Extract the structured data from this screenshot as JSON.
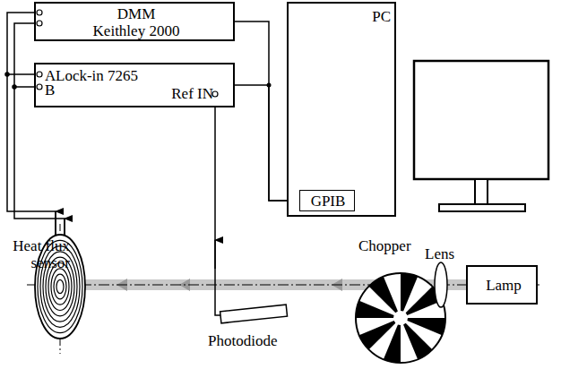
{
  "diagram": {
    "nodes": [
      {
        "text": [
          "DMM",
          "Keithley 2000"
        ]
      },
      {
        "text": [
          "Lock-in 7265",
          "A",
          "B",
          "Ref IN"
        ]
      },
      {
        "text": [
          "PC"
        ]
      },
      {
        "text": [
          "GPIB"
        ],
        "in": 2
      },
      {
        "text": [
          "Lamp"
        ]
      }
    ],
    "edges": [
      {
        "from": 0,
        "to": 3,
        "arrow": "none"
      },
      {
        "from": 1,
        "to": 3,
        "arrow": "none"
      }
    ],
    "labels": [
      "Heat flux sensor",
      "Chopper",
      "Lens",
      "Photodiode"
    ]
  }
}
